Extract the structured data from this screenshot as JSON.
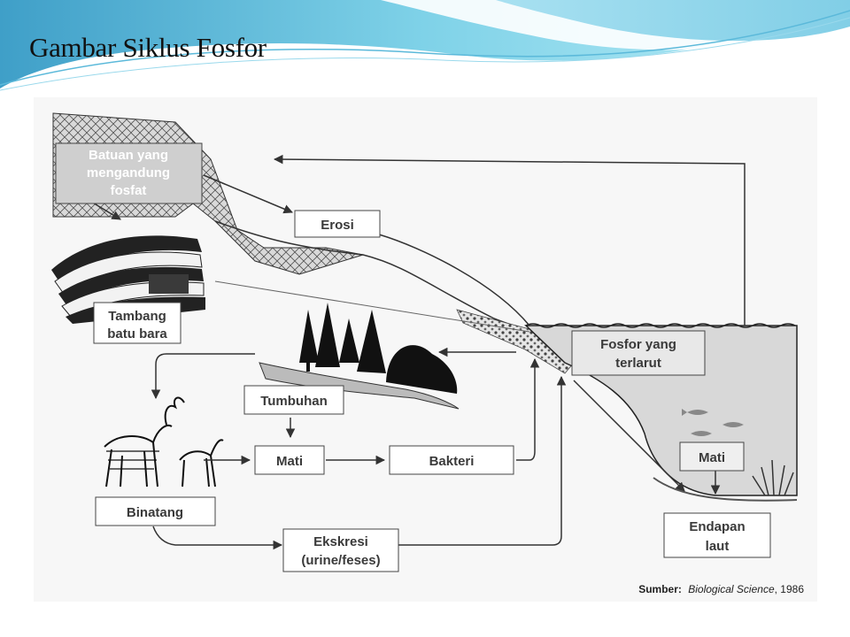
{
  "slide": {
    "title": "Gambar Siklus Fosfor"
  },
  "diagram": {
    "labels": {
      "rock_line1": "Batuan yang",
      "rock_line2": "mengandung",
      "rock_line3": "fosfat",
      "erosion": "Erosi",
      "mine_line1": "Tambang",
      "mine_line2": "batu bara",
      "dissolved_line1": "Fosfor yang",
      "dissolved_line2": "terlarut",
      "plants": "Tumbuhan",
      "dead": "Mati",
      "bacteria": "Bakteri",
      "animals": "Binatang",
      "excretion_line1": "Ekskresi",
      "excretion_line2": "(urine/feses)",
      "sea_dead": "Mati",
      "sediment_line1": "Endapan",
      "sediment_line2": "laut"
    },
    "source": {
      "prefix": "Sumber:",
      "work": "Biological Science",
      "year": ", 1986"
    }
  }
}
